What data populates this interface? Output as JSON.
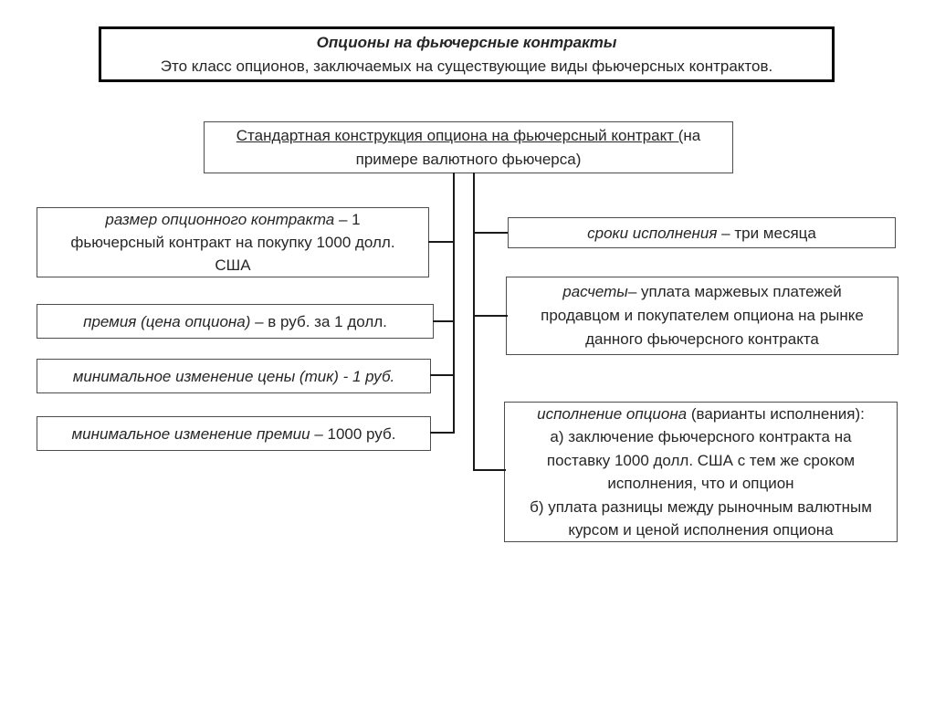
{
  "title_box": {
    "heading": "Опционы на фьючерсные контракты",
    "description": "Это класс опционов, заключаемых на существующие виды фьючерсных контрактов."
  },
  "construction_box": {
    "lines": [
      {
        "u": "Стандартная конструкция опциона на фьючерсный контракт (",
        "t": "на"
      },
      {
        "t": "примере валютного фьючерса)"
      }
    ]
  },
  "left_boxes": [
    {
      "id": "contract-size",
      "lines": [
        {
          "it": "размер опционного контракта",
          "t": " – 1"
        },
        {
          "t": "фьючерсный контракт на покупку 1000 долл."
        },
        {
          "t": "США"
        }
      ]
    },
    {
      "id": "premium",
      "lines": [
        {
          "it": "премия (цена опциона)",
          "t": " – в руб. за 1 долл."
        }
      ]
    },
    {
      "id": "min-price-change",
      "lines": [
        {
          "it": "минимальное изменение цены (тик) - 1 руб."
        }
      ]
    },
    {
      "id": "min-premium-change",
      "lines": [
        {
          "it": "минимальное изменение премии",
          "t": " – 1000 руб."
        }
      ]
    }
  ],
  "right_boxes": [
    {
      "id": "execution-terms",
      "lines": [
        {
          "it": "сроки исполнения",
          "t": " – три месяца"
        }
      ]
    },
    {
      "id": "settlements",
      "lines": [
        {
          "it": "расчеты",
          "t": "– уплата маржевых платежей"
        },
        {
          "t": "продавцом и покупателем опциона на рынке"
        },
        {
          "t": "данного фьючерсного контракта"
        }
      ]
    },
    {
      "id": "option-execution",
      "lines": [
        {
          "it": "исполнение опциона",
          "t": " (варианты исполнения):"
        },
        {
          "t": "а) заключение фьючерсного контракта на"
        },
        {
          "t": "поставку 1000 долл. США с тем же сроком"
        },
        {
          "t": "исполнения, что и опцион"
        },
        {
          "t": "б) уплата разницы между рыночным валютным"
        },
        {
          "t": "курсом и ценой исполнения опциона"
        }
      ]
    }
  ],
  "colors": {
    "background": "#ffffff",
    "title_border": "#000000",
    "box_border": "#4d4d4d",
    "text": "#262626",
    "connector": "#1a1a1a"
  }
}
